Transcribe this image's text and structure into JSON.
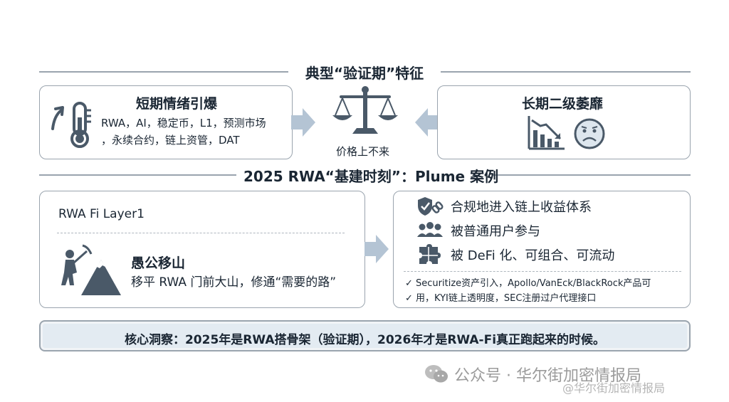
{
  "section1": {
    "title": "典型“验证期”特征"
  },
  "left_box": {
    "title": "短期情绪引爆",
    "line1": "RWA，AI，稳定币，L1，预测市场",
    "line2": "，永续合约，链上资管，DAT",
    "icon": "thermometer-up-icon"
  },
  "center": {
    "caption": "价格上不来",
    "icon": "balance-scale-icon"
  },
  "right_box": {
    "title": "长期二级萎靡",
    "icons": [
      "declining-chart-icon",
      "sad-face-icon"
    ]
  },
  "section2": {
    "title": "2025 RWA“基建时刻”：Plume 案例"
  },
  "plume_box": {
    "layer": "RWA Fi Layer1",
    "title": "愚公移山",
    "subtitle": "移平 RWA 门前大山，修通“需要的路”",
    "icon": "climber-mountain-icon"
  },
  "features": {
    "items": [
      {
        "label": "合规地进入链上收益体系",
        "icon": "shield-check-icon"
      },
      {
        "label": "被普通用户参与",
        "icon": "users-icon"
      },
      {
        "label": "被 DeFi 化、可组合、可流动",
        "icon": "puzzle-icon"
      }
    ],
    "check1": "✓  Securitize资产引入，Apollo/VanEck/BlackRock产品可",
    "check2": "✓  用，KYI链上透明度，SEC注册过户代理接口"
  },
  "insight": {
    "text": "核心洞察：2025年是RWA搭骨架（验证期），2026年才是RWA-Fi真正跑起来的时候。"
  },
  "watermark": {
    "main": "公众号 · 华尔街加密情报局",
    "small": "@华尔街加密情报局",
    "icon": "wechat-icon"
  },
  "colors": {
    "arrow": "#b4c4d4",
    "border": "#9aa4ae",
    "insight_bg": "#e3ebf2",
    "icon": "#4a5968"
  }
}
